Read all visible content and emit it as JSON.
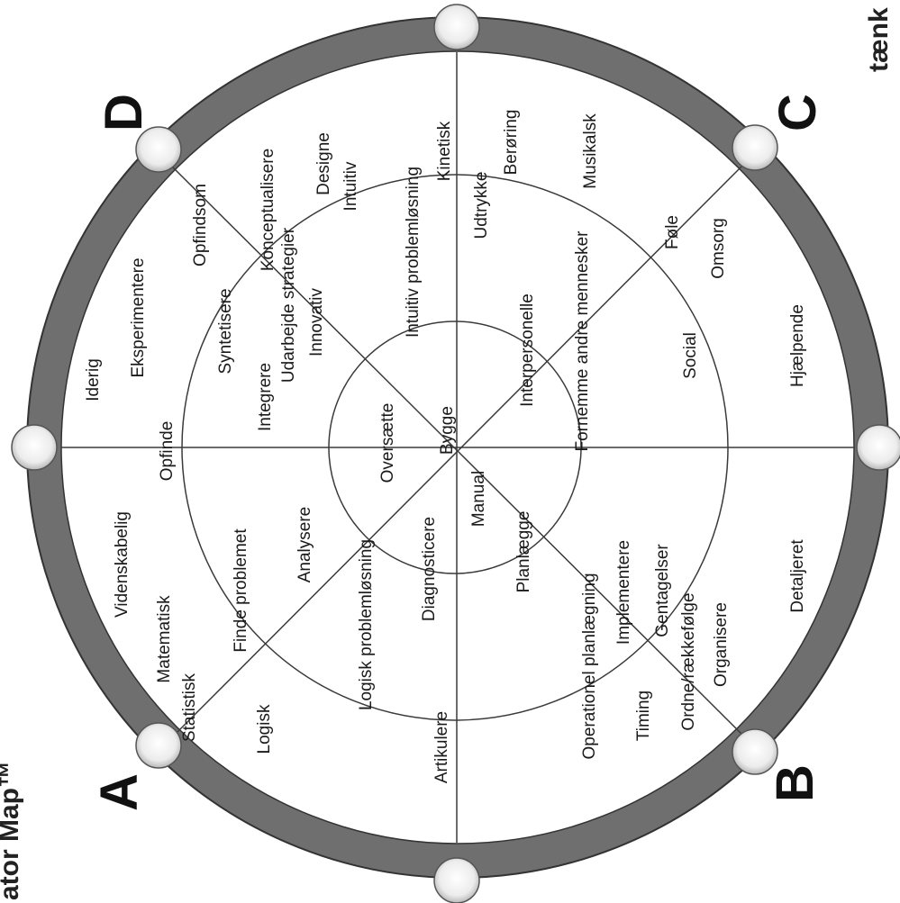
{
  "title_left": "ator Map™",
  "title_right": "tænk",
  "quadrant_letters": {
    "A": "A",
    "B": "B",
    "C": "C",
    "D": "D"
  },
  "words": {
    "videnskabelig": "Videnskabelig",
    "matematisk": "Matematisk",
    "statistisk": "Statistisk",
    "opfinde": "Opfinde",
    "finde_problemet": "Finde problemet",
    "logisk": "Logisk",
    "analysere": "Analysere",
    "logisk_problemlosning": "Logisk problemløsning",
    "artikulere": "Artikulere",
    "oversaette": "Oversætte",
    "diagnosticere": "Diagnosticere",
    "manual": "Manual",
    "planlaegge": "Planlægge",
    "operationel_planlaegning": "Operationel planlægning",
    "implementere": "Implementere",
    "timing": "Timing",
    "gentagelser": "Gentagelser",
    "ordne": "Ordne/rækkefølge",
    "organisere": "Organisere",
    "detaljeret": "Detaljeret",
    "ideirg": "Iderig",
    "eksperimentere": "Eksperimentere",
    "opfindsom": "Opfindsom",
    "syntetisere": "Syntetisere",
    "integrere": "Integrere",
    "udarbejde_strategier": "Udarbejde strategier",
    "konceptualisere": "Konceptualisere",
    "innovativ": "Innovativ",
    "designe": "Designe",
    "intuitiv": "Intuitiv",
    "intuitiv_problemlosning": "Intuitiv problemløsning",
    "bygge": "Bygge",
    "kinetisk": "Kinetisk",
    "udtrykke": "Udtrykke",
    "beroring": "Berøring",
    "musikalsk": "Musikalsk",
    "interpersonelle": "Interpersonelle",
    "fornemme": "Fornemme andre mennesker",
    "fole": "Føle",
    "omsorg": "Omsorg",
    "social": "Social",
    "hjaelpende": "Hjælpende"
  },
  "colors": {
    "ring": "#6f6f6f",
    "line": "#3a3a3a",
    "text": "#1a1a1a"
  }
}
